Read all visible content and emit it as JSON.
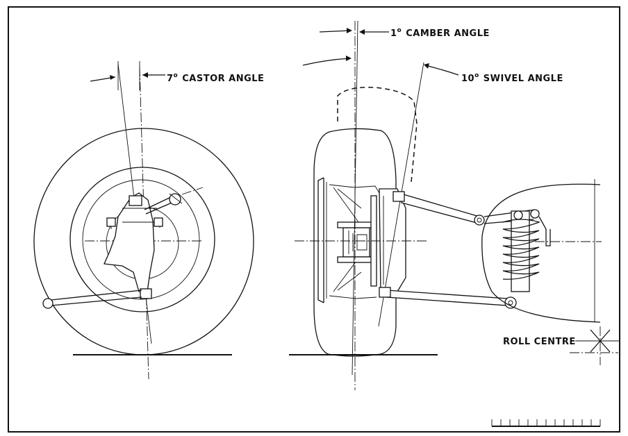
{
  "labels": {
    "castor": {
      "deg": "7",
      "deg_sign": "o",
      "text": "CASTOR ANGLE"
    },
    "camber": {
      "deg": "1",
      "deg_sign": "o",
      "text": "CAMBER ANGLE"
    },
    "swivel": {
      "deg": "10",
      "deg_sign": "o",
      "text": "SWIVEL ANGLE"
    },
    "roll_centre": "ROLL CENTRE"
  },
  "colors": {
    "ink": "#111111",
    "paper": "#ffffff"
  }
}
